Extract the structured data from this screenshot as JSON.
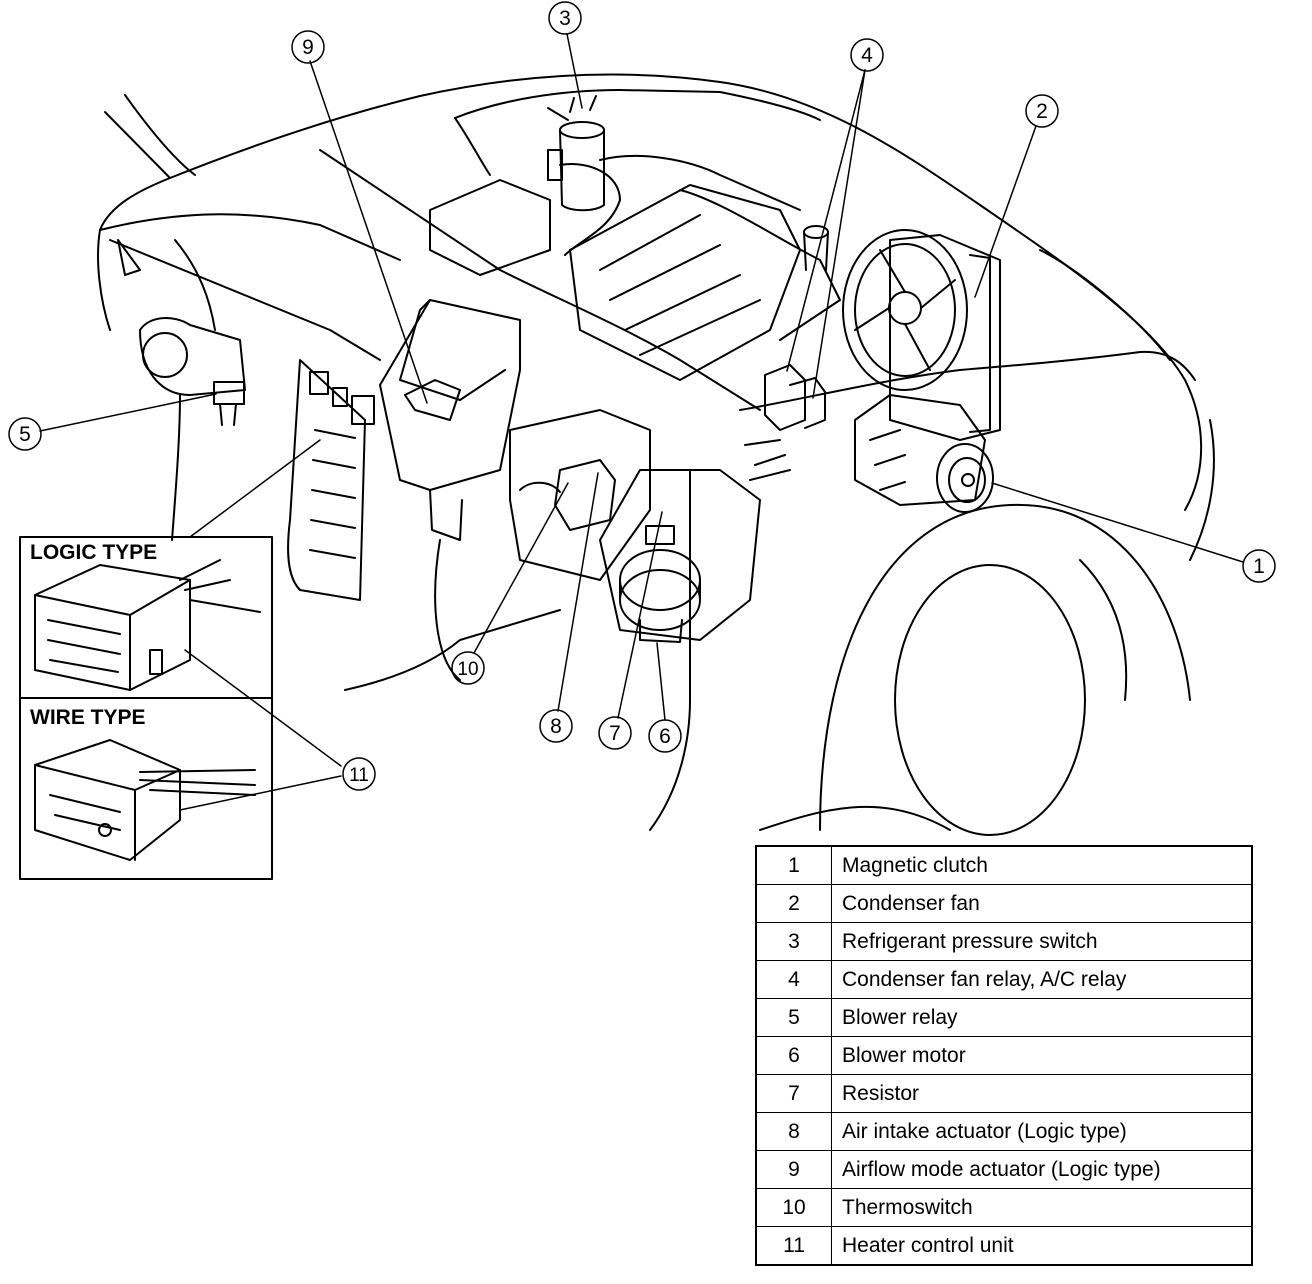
{
  "callouts": {
    "c1": "1",
    "c2": "2",
    "c3": "3",
    "c4": "4",
    "c5": "5",
    "c6": "6",
    "c7": "7",
    "c8": "8",
    "c9": "9",
    "c10": "10",
    "c11": "11"
  },
  "insets": {
    "logic_title": "LOGIC TYPE",
    "wire_title": "WIRE TYPE"
  },
  "legend": [
    {
      "num": "1",
      "label": "Magnetic clutch"
    },
    {
      "num": "2",
      "label": "Condenser fan"
    },
    {
      "num": "3",
      "label": "Refrigerant pressure switch"
    },
    {
      "num": "4",
      "label": "Condenser fan relay, A/C relay"
    },
    {
      "num": "5",
      "label": "Blower relay"
    },
    {
      "num": "6",
      "label": "Blower motor"
    },
    {
      "num": "7",
      "label": "Resistor"
    },
    {
      "num": "8",
      "label": "Air intake actuator (Logic type)"
    },
    {
      "num": "9",
      "label": "Airflow mode actuator (Logic type)"
    },
    {
      "num": "10",
      "label": "Thermoswitch"
    },
    {
      "num": "11",
      "label": "Heater control unit"
    }
  ]
}
